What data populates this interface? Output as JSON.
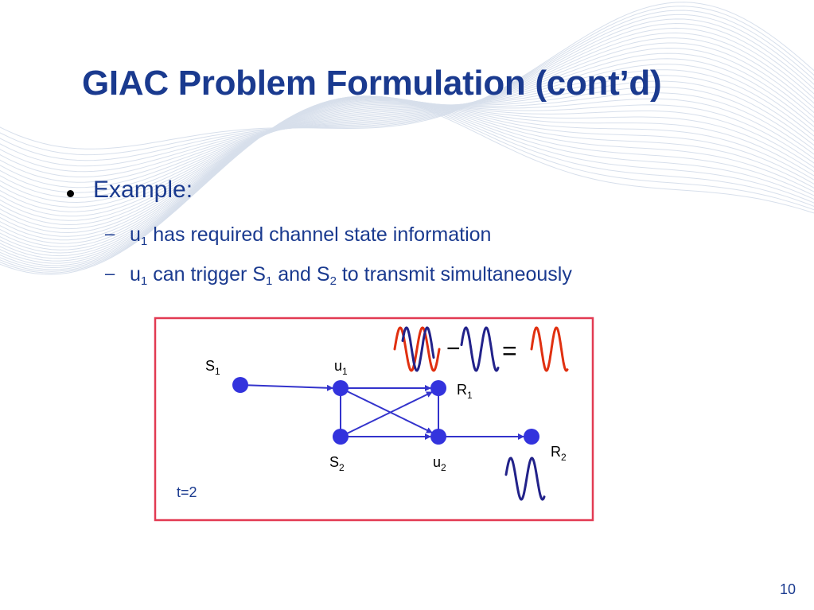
{
  "title": "GIAC Problem Formulation (cont’d)",
  "bullets": {
    "main": "Example:",
    "dash": "–",
    "sub1": {
      "u": "u",
      "u_sub": "1",
      "text": " has required channel state information"
    },
    "sub2": {
      "u": "u",
      "u_sub": "1",
      "t1": " can trigger S",
      "s1_sub": "1",
      "t2": " and S",
      "s2_sub": "2",
      "t3": " to transmit simultaneously"
    }
  },
  "diagram": {
    "nodes": {
      "S1": {
        "label": "S",
        "sub": "1"
      },
      "u1": {
        "label": "u",
        "sub": "1"
      },
      "R1": {
        "label": "R",
        "sub": "1"
      },
      "S2": {
        "label": "S",
        "sub": "2"
      },
      "u2": {
        "label": "u",
        "sub": "2"
      },
      "R2": {
        "label": "R",
        "sub": "2"
      }
    },
    "time_label": "t=2",
    "minus": "−",
    "equals": "="
  },
  "colors": {
    "title": "#1a3a8f",
    "node": "#3333dd",
    "edge": "#3333cc",
    "frame": "#e23a52",
    "wave_red": "#e03010",
    "wave_blue": "#22228a"
  },
  "page_number": "10"
}
